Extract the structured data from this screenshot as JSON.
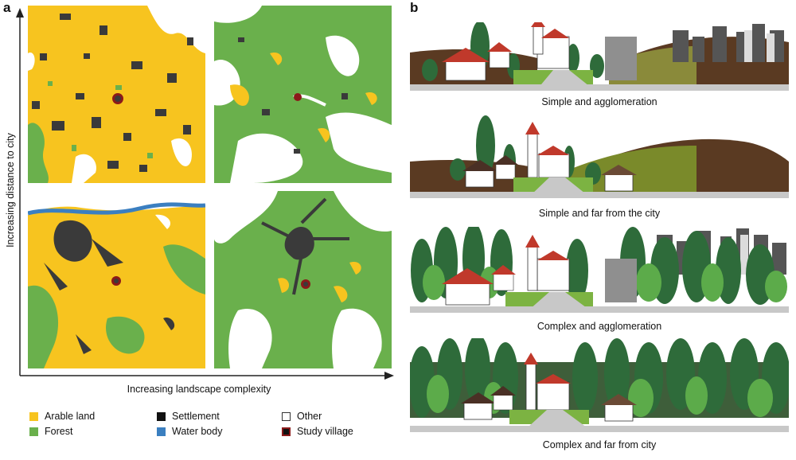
{
  "panel_a": {
    "letter": "a",
    "y_axis_label": "Increasing distance to city",
    "x_axis_label": "Increasing landscape complexity",
    "legend": [
      {
        "label": "Arable land",
        "color": "#f7c41f"
      },
      {
        "label": "Forest",
        "color": "#6ab04c"
      },
      {
        "label": "Settlement",
        "color": "#111111"
      },
      {
        "label": "Water body",
        "color": "#3b7fc0"
      },
      {
        "label": "Other",
        "color": "#ffffff"
      },
      {
        "label": "Study village",
        "color": "#8b1a1a"
      }
    ]
  },
  "panel_b": {
    "letter": "b",
    "scenes": [
      {
        "caption": "Simple and agglomeration"
      },
      {
        "caption": "Simple and far from the city"
      },
      {
        "caption": "Complex and agglomeration"
      },
      {
        "caption": "Complex and far from city"
      }
    ]
  },
  "colors": {
    "arable": "#f7c41f",
    "forest": "#6ab04c",
    "settlement": "#3a3a3a",
    "water": "#3b7fc0",
    "soil": "#5a3a22",
    "road": "#c8c8c8",
    "roof": "#c0392b"
  }
}
